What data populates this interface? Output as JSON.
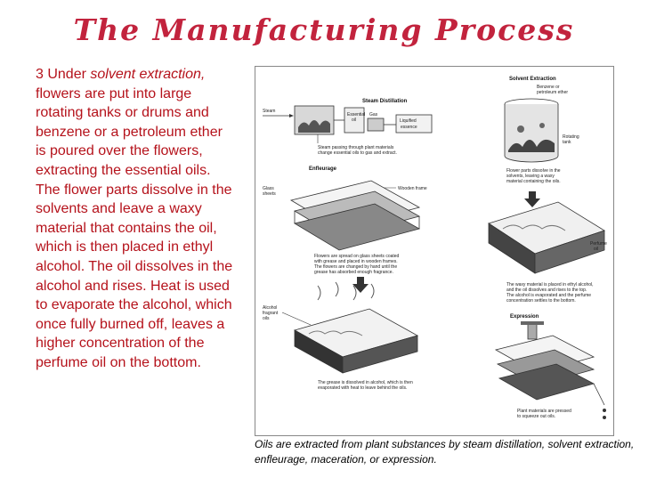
{
  "title": "The Manufacturing Process",
  "body": {
    "step": "3 Under",
    "term": "solvent extraction,",
    "rest": "flowers are put into large rotating tanks or drums and benzene or a petroleum ether is poured over the flowers, extracting the essential oils. The flower parts dissolve in the solvents and leave a waxy material that contains the oil, which is then placed in ethyl alcohol. The oil dissolves in the alcohol and rises. Heat is used to evaporate the alcohol, which once fully burned off, leaves a higher concentration of the perfume oil on the bottom."
  },
  "figure": {
    "steam": {
      "title": "Steam Distillation",
      "steam_label": "Steam",
      "box_line1": "Essential",
      "box_line2": "oil",
      "box_sub": "Gas",
      "liquid_line1": "Liquified",
      "liquid_line2": "essence",
      "cap_line1": "Steam passing through plant materials",
      "cap_line2": "change essential oils to gas and extract."
    },
    "solvent": {
      "title": "Solvent Extraction",
      "benzene_line1": "Benzene or",
      "benzene_line2": "petroleum ether",
      "rotating_line1": "Rotating",
      "rotating_line2": "tank",
      "cap_line1": "Flower parts dissolve in the",
      "cap_line2": "solvents, leaving a waxy",
      "cap_line3": "material containing the oils."
    },
    "enfleurage": {
      "title": "Enfleurage",
      "glass_line1": "Glass",
      "glass_line2": "sheets",
      "wooden_frame": "Wooden frame",
      "cap_line1": "Flowers are spread on glass sheets coated",
      "cap_line2": "with grease and placed in wooden frames.",
      "cap_line3": "The flowers are changed by hand until the",
      "cap_line4": "grease has absorbed enough fragrance."
    },
    "perfume": {
      "label_line1": "Perfume",
      "label_line2": "oil",
      "cap_line1": "The waxy material is placed in ethyl alcohol,",
      "cap_line2": "and the oil dissolves and rises to the top.",
      "cap_line3": "The alcohol is evaporated and the perfume",
      "cap_line4": "concentration settles to the bottom."
    },
    "alcohol": {
      "label_line1": "Alcohol",
      "label_line2": "fragrant",
      "label_line3": "oils",
      "cap_line1": "The grease is dissolved in alcohol, which is then",
      "cap_line2": "evaporated with heat to leave behind the oils."
    },
    "expression": {
      "title": "Expression",
      "cap_line1": "Plant materials are pressed",
      "cap_line2": "to squeeze out oils."
    }
  },
  "caption": "Oils are extracted from plant substances by steam distillation, solvent extraction, enfleurage, maceration, or expression."
}
